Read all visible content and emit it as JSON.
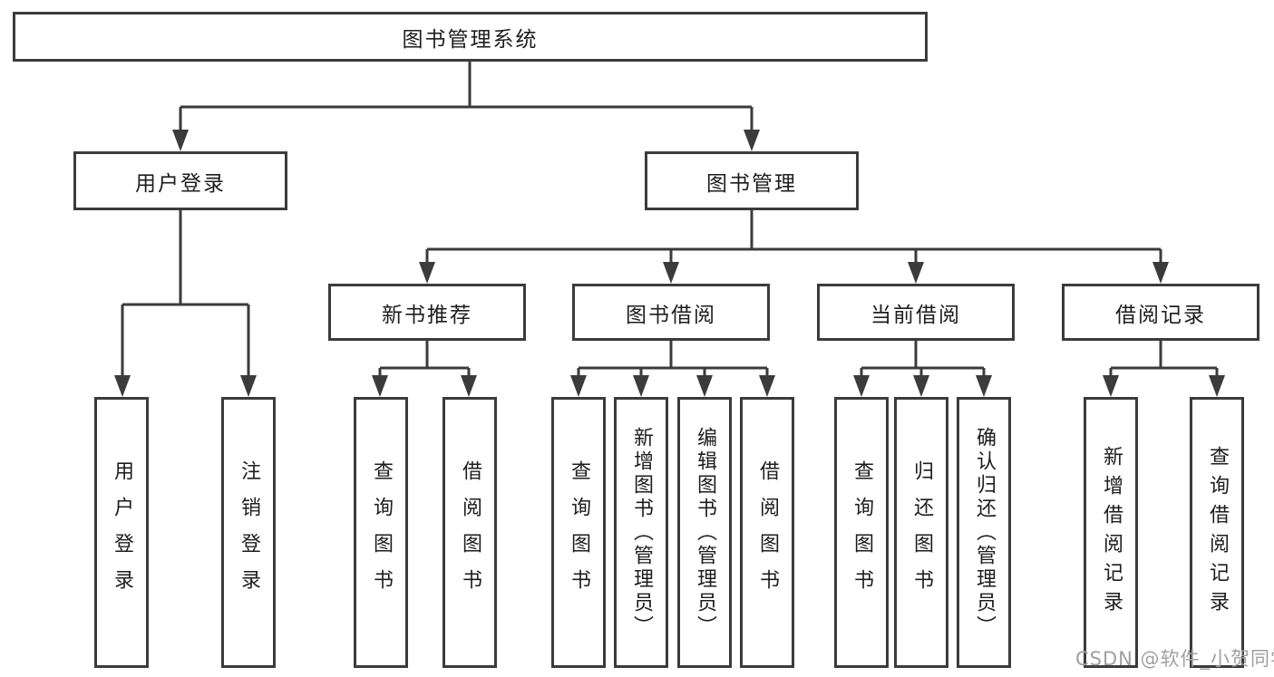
{
  "diagram": {
    "root": "图书管理系统",
    "level2": {
      "user_login": "用户登录",
      "book_management": "图书管理"
    },
    "level3": {
      "new_book_recommend": "新书推荐",
      "book_borrow": "图书借阅",
      "current_borrow": "当前借阅",
      "borrow_records": "借阅记录"
    },
    "leaves": {
      "user_login": "用户登录",
      "logout": "注销登录",
      "recommend_query_books": "查询图书",
      "recommend_borrow_books": "借阅图书",
      "borrow_query_books": "查询图书",
      "borrow_add_books": "新增图书（管理员）",
      "borrow_edit_books": "编辑图书（管理员）",
      "borrow_borrow_books": "借阅图书",
      "current_query_books": "查询图书",
      "current_return_books": "归还图书",
      "current_confirm_return": "确认归还（管理员）",
      "records_add_record": "新增借阅记录",
      "records_query_record": "查询借阅记录"
    },
    "watermark": "CSDN @软件_小贺同学",
    "colors": {
      "line": "#3b3b3b",
      "text": "#1d1d1d",
      "background": "#ffffff",
      "watermark": "#a0a0a0"
    }
  }
}
